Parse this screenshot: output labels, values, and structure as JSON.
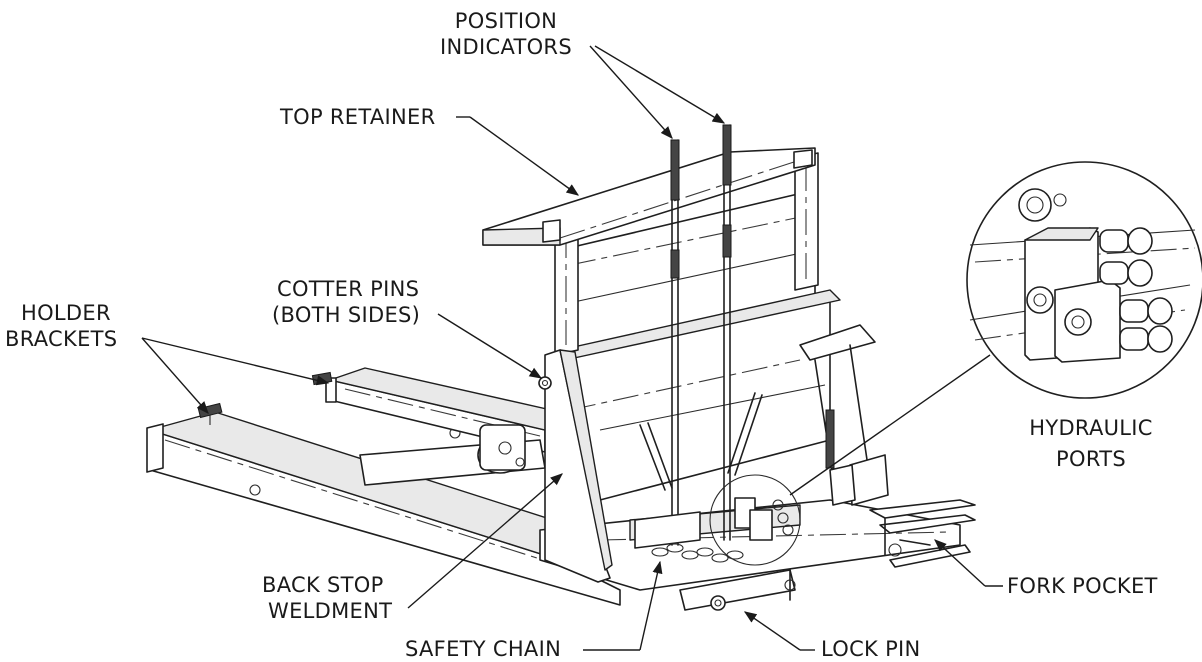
{
  "labels": {
    "position_indicators_line1": "POSITION",
    "position_indicators_line2": "INDICATORS",
    "top_retainer": "TOP RETAINER",
    "cotter_pins_line1": "COTTER PINS",
    "cotter_pins_line2": "(BOTH SIDES)",
    "holder_brackets_line1": "HOLDER",
    "holder_brackets_line2": "BRACKETS",
    "hydraulic_ports_line1": "HYDRAULIC",
    "hydraulic_ports_line2": "PORTS",
    "back_stop_line1": "BACK STOP",
    "back_stop_line2": "WELDMENT",
    "fork_pocket": "FORK POCKET",
    "safety_chain": "SAFETY CHAIN",
    "lock_pin": "LOCK PIN"
  }
}
